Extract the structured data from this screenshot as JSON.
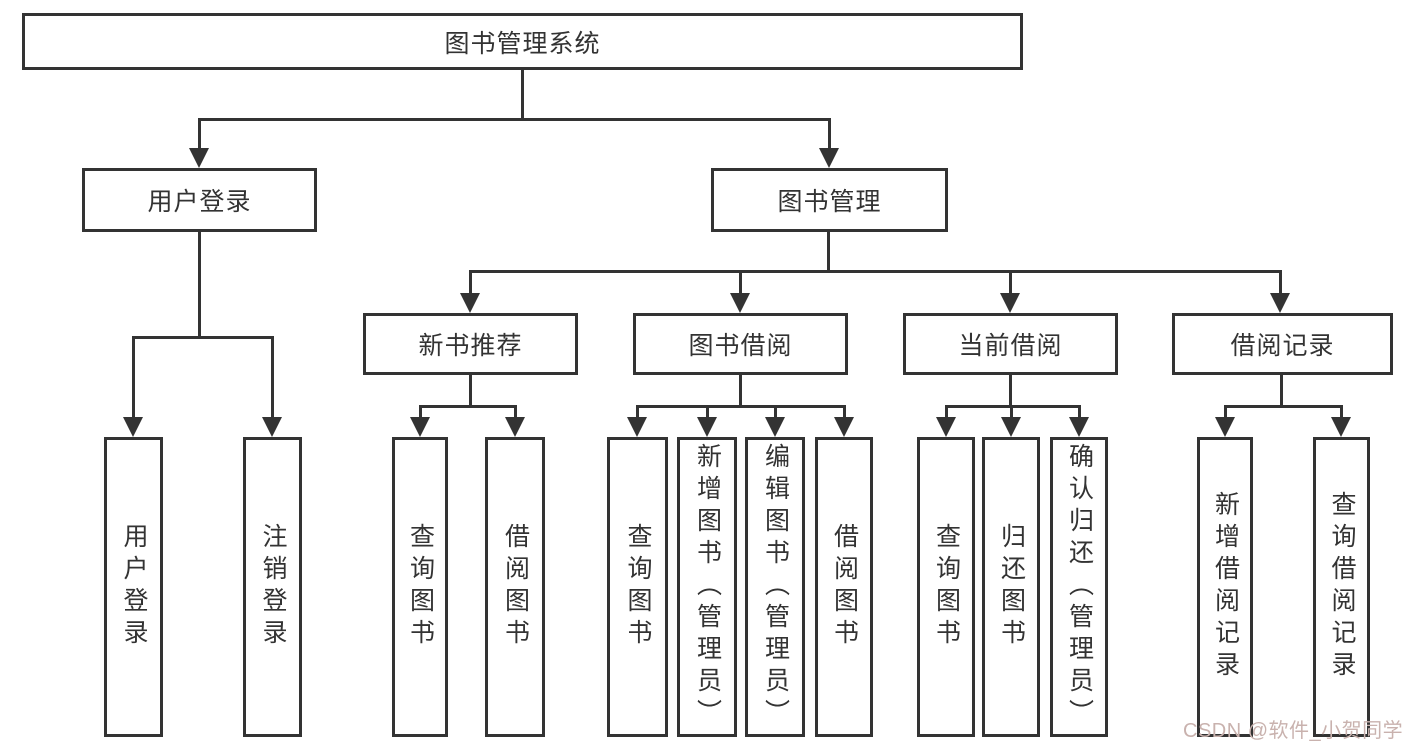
{
  "diagram": {
    "type": "hierarchy-tree",
    "direction": "top-down"
  },
  "tree": {
    "label": "图书管理系统",
    "children": [
      {
        "label": "用户登录",
        "children": [
          {
            "label": "用户登录"
          },
          {
            "label": "注销登录"
          }
        ]
      },
      {
        "label": "图书管理",
        "children": [
          {
            "label": "新书推荐",
            "children": [
              {
                "label": "查询图书"
              },
              {
                "label": "借阅图书"
              }
            ]
          },
          {
            "label": "图书借阅",
            "children": [
              {
                "label": "查询图书"
              },
              {
                "label": "新增图书（管理员）"
              },
              {
                "label": "编辑图书（管理员）"
              },
              {
                "label": "借阅图书"
              }
            ]
          },
          {
            "label": "当前借阅",
            "children": [
              {
                "label": "查询图书"
              },
              {
                "label": "归还图书"
              },
              {
                "label": "确认归还（管理员）"
              }
            ]
          },
          {
            "label": "借阅记录",
            "children": [
              {
                "label": "新增借阅记录"
              },
              {
                "label": "查询借阅记录"
              }
            ]
          }
        ]
      }
    ]
  },
  "watermark": {
    "text": "CSDN @软件_小贺同学"
  },
  "colors": {
    "line": "#333333",
    "text": "#333333",
    "watermark": "#c9b2ae",
    "background": "#ffffff"
  }
}
